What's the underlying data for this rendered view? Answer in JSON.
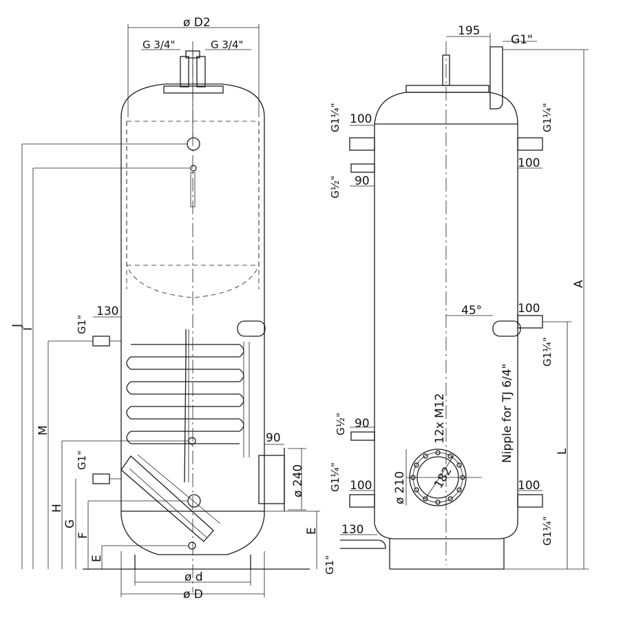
{
  "left_view": {
    "labels": {
      "d2": "ø D2",
      "g34_left": "G 3/4\"",
      "g34_right": "G 3/4\"",
      "g1_top": "G1\"",
      "d130": "130",
      "g1_bottom": "G1\"",
      "d90": "90",
      "d240": "ø 240",
      "small_d": "ø d",
      "big_d": "ø D"
    },
    "dimension_letters": [
      "J",
      "I",
      "M",
      "H",
      "G",
      "F",
      "E",
      "E"
    ]
  },
  "right_view": {
    "labels": {
      "d195": "195",
      "g1_top": "G1\"",
      "g114_tl": "G1¼\"",
      "d100_tl": "100",
      "g12_tl": "G½\"",
      "d90_tl": "90",
      "g114_tr": "G1¼\"",
      "d100_tr": "100",
      "angle45": "45°",
      "d100_mr": "100",
      "g114_mr": "G1¼\"",
      "nipple": "Nipple for TJ 6/4\"",
      "m12": "12x M12",
      "g12_ml": "G½\"",
      "d90_ml": "90",
      "d210": "ø 210",
      "d182": "182",
      "g114_bl": "G1¼\"",
      "d100_bl": "100",
      "d100_br": "100",
      "g114_br": "G1¼\"",
      "d130_b": "130",
      "g1_b": "G1\""
    },
    "dimension_letters": [
      "A",
      "L"
    ]
  }
}
